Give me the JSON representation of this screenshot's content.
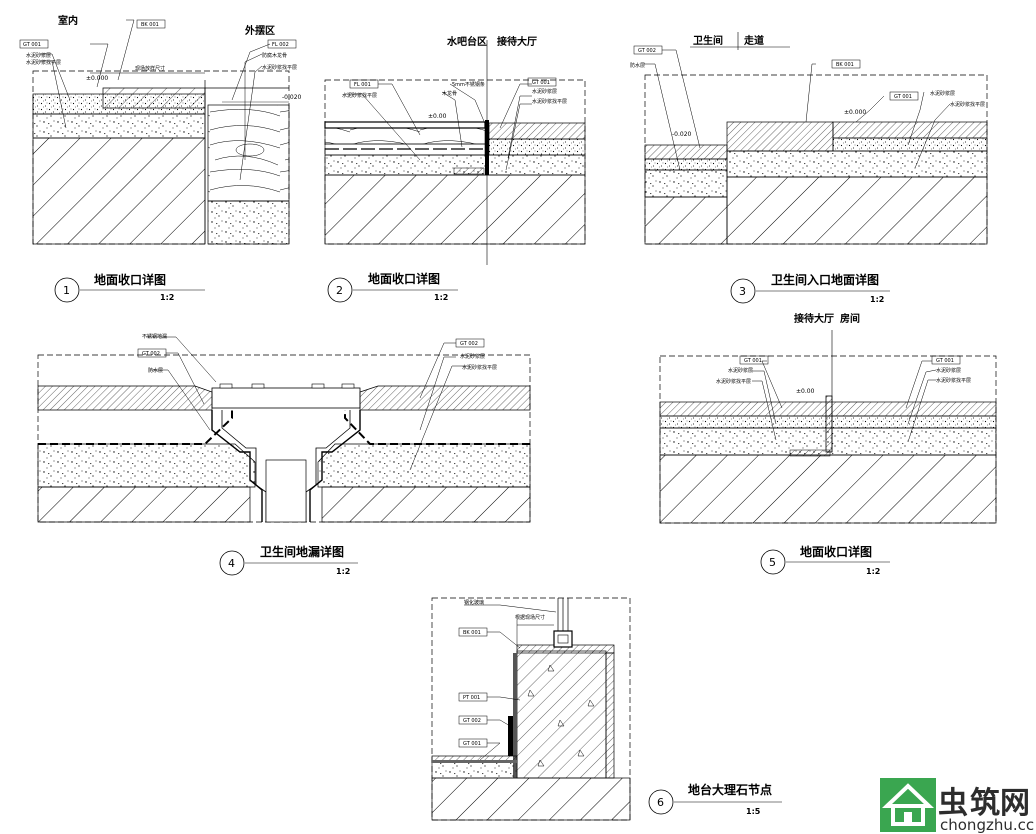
{
  "details": [
    {
      "number": "1",
      "title": "地面收口详图",
      "scale": "1:2",
      "zones": [
        "室内",
        "外摆区"
      ],
      "tags": [
        "GT 001",
        "BK 001",
        "FL 002"
      ],
      "notes": [
        "水泥砂浆层",
        "水泥砂浆找平层",
        "防腐木龙骨",
        "水泥砂浆找平层",
        "现场放样尺寸"
      ],
      "levels": [
        "±0.000",
        "-0.020"
      ]
    },
    {
      "number": "2",
      "title": "地面收口详图",
      "scale": "1:2",
      "zones": [
        "水吧台区",
        "接待大厅"
      ],
      "tags": [
        "FL 001",
        "GT 001"
      ],
      "notes": [
        "水泥砂浆找平层",
        "5mm不锈钢条",
        "木龙骨",
        "水泥砂浆层",
        "水泥砂浆找平层"
      ],
      "levels": [
        "±0.00"
      ]
    },
    {
      "number": "3",
      "title": "卫生间入口地面详图",
      "scale": "1:2",
      "zones": [
        "卫生间",
        "走道"
      ],
      "tags": [
        "GT 002",
        "BK 001",
        "GT 001"
      ],
      "notes": [
        "防水层",
        "水泥砂浆层",
        "水泥砂浆找平层"
      ],
      "levels": [
        "-0.020",
        "±0.000"
      ]
    },
    {
      "number": "4",
      "title": "卫生间地漏详图",
      "scale": "1:2",
      "zones": [],
      "tags": [
        "GT 002",
        "GT 002"
      ],
      "notes": [
        "不锈钢地漏",
        "防水层",
        "水泥砂浆层",
        "水泥砂浆找平层"
      ],
      "levels": []
    },
    {
      "number": "5",
      "title": "地面收口详图",
      "scale": "1:2",
      "zones": [
        "接待大厅",
        "房间"
      ],
      "tags": [
        "GT 001",
        "GT 001"
      ],
      "notes": [
        "水泥砂浆层",
        "水泥砂浆找平层",
        "水泥砂浆层",
        "水泥砂浆找平层"
      ],
      "levels": [
        "±0.00"
      ]
    },
    {
      "number": "6",
      "title": "地台大理石节点",
      "scale": "1:5",
      "zones": [],
      "tags": [
        "BK 001",
        "PT 001",
        "GT 002",
        "GT 001"
      ],
      "notes": [
        "钢化玻璃",
        "根据现场尺寸"
      ],
      "levels": []
    }
  ],
  "watermark": {
    "cn": "筑网",
    "cn_glyph": "虫",
    "en": "chongzhu.cc",
    "icon": "house-icon"
  }
}
